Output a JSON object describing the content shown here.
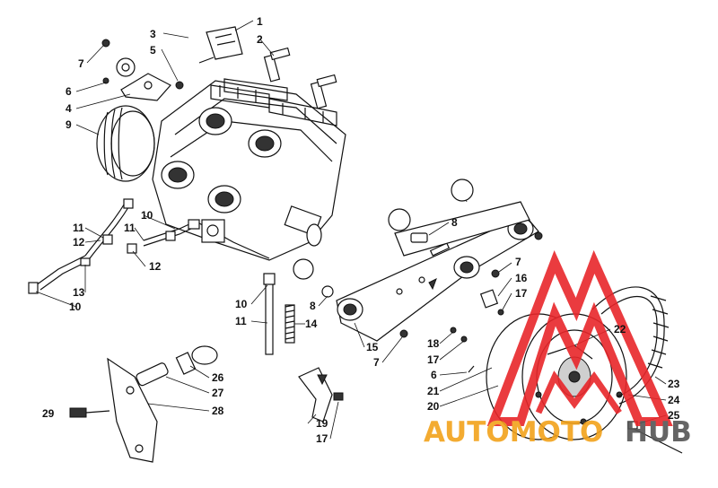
{
  "diagram": {
    "callouts": [
      {
        "text": "1"
      },
      {
        "text": "2"
      },
      {
        "text": "3"
      },
      {
        "text": "5"
      },
      {
        "text": "7"
      },
      {
        "text": "6"
      },
      {
        "text": "4"
      },
      {
        "text": "9"
      },
      {
        "text": "8"
      },
      {
        "text": "7"
      },
      {
        "text": "16"
      },
      {
        "text": "17"
      },
      {
        "text": "11"
      },
      {
        "text": "11"
      },
      {
        "text": "10"
      },
      {
        "text": "12"
      },
      {
        "text": "12"
      },
      {
        "text": "13"
      },
      {
        "text": "10"
      },
      {
        "text": "10"
      },
      {
        "text": "8"
      },
      {
        "text": "11"
      },
      {
        "text": "14"
      },
      {
        "text": "15"
      },
      {
        "text": "7"
      },
      {
        "text": "18"
      },
      {
        "text": "17"
      },
      {
        "text": "22"
      },
      {
        "text": "6"
      },
      {
        "text": "21"
      },
      {
        "text": "20"
      },
      {
        "text": "26"
      },
      {
        "text": "27"
      },
      {
        "text": "28"
      },
      {
        "text": "29"
      },
      {
        "text": "19"
      },
      {
        "text": "17"
      },
      {
        "text": "23"
      },
      {
        "text": "24"
      },
      {
        "text": "25"
      }
    ]
  },
  "watermark": {
    "text_auto": "AUTOMOTO",
    "text_hub": "HUB",
    "color_red": "#e8262a",
    "color_orange": "#f2a21b",
    "color_grey": "#555555"
  }
}
